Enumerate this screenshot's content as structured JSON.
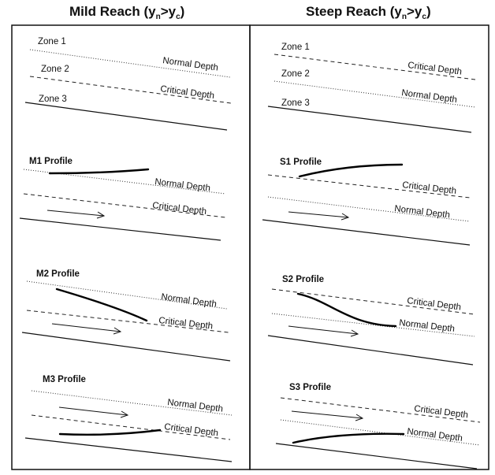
{
  "headers": {
    "mild": {
      "main": "Mild Reach (y",
      "sub1": "n",
      "mid": ">y",
      "sub2": "c",
      "end": ")"
    },
    "steep": {
      "main": "Steep Reach (y",
      "sub1": "n",
      "mid": ">y",
      "sub2": "c",
      "end": ")"
    }
  },
  "mild": {
    "zone1": "Zone 1",
    "zone2": "Zone 2",
    "zone3": "Zone 3",
    "zones_normal": "Normal Depth",
    "zones_critical": "Critical Depth",
    "m1_title": "M1 Profile",
    "m1_normal": "Normal Depth",
    "m1_critical": "Critical Depth",
    "m2_title": "M2 Profile",
    "m2_normal": "Normal Depth",
    "m2_critical": "Critical Depth",
    "m3_title": "M3 Profile",
    "m3_normal": "Normal Depth",
    "m3_critical": "Critical Depth"
  },
  "steep": {
    "zone1": "Zone 1",
    "zone2": "Zone 2",
    "zone3": "Zone 3",
    "zones_critical": "Critical Depth",
    "zones_normal": "Normal Depth",
    "s1_title": "S1 Profile",
    "s1_critical": "Critical Depth",
    "s1_normal": "Normal Depth",
    "s2_title": "S2 Profile",
    "s2_critical": "Critical Depth",
    "s2_normal": "Normal Depth",
    "s3_title": "S3 Profile",
    "s3_critical": "Critical Depth",
    "s3_normal": "Normal Depth"
  }
}
